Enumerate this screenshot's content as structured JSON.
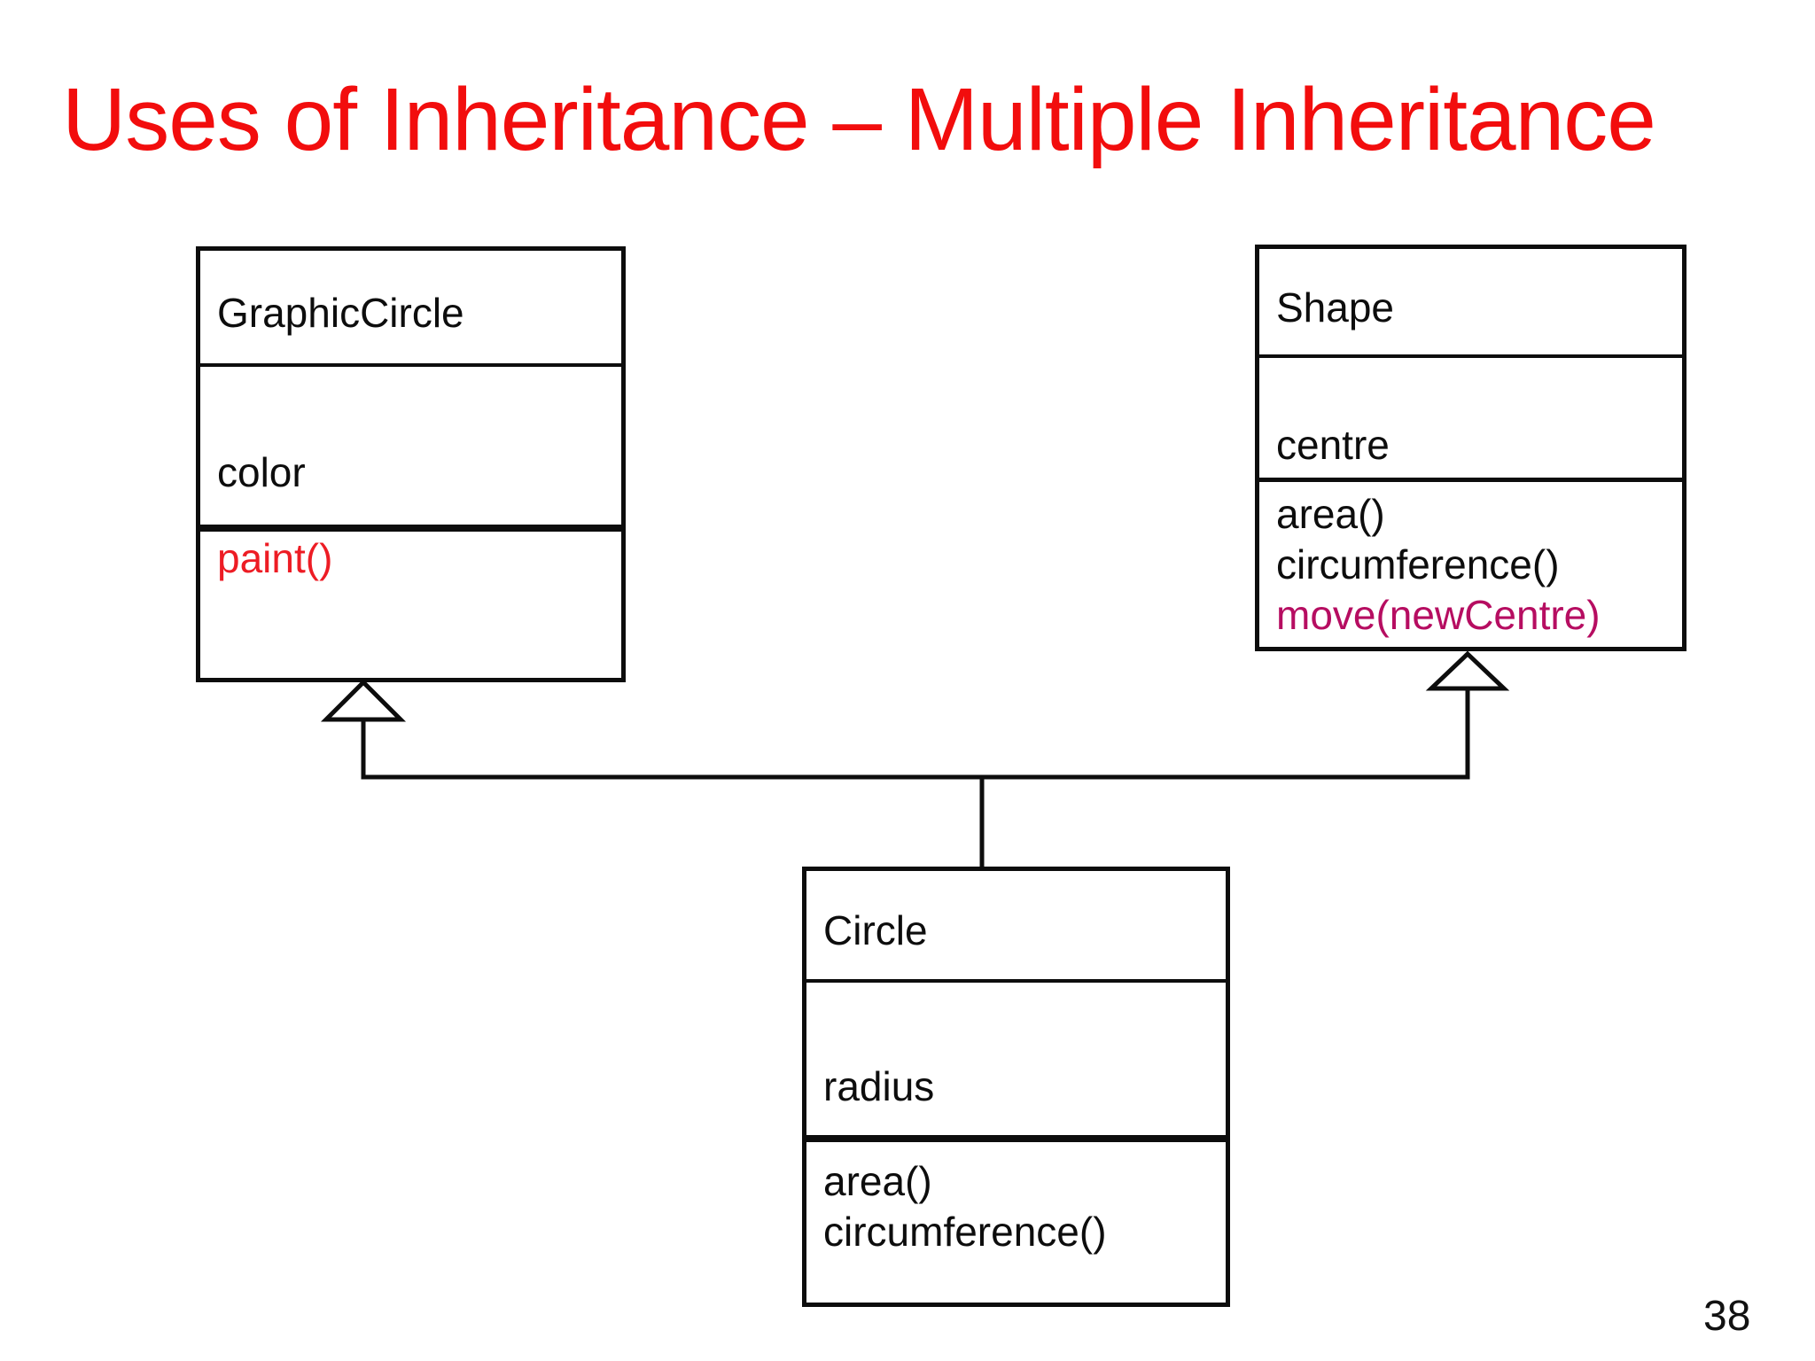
{
  "slide": {
    "title": "Uses of Inheritance – Multiple Inheritance",
    "page_number": "38"
  },
  "colors": {
    "title_red": "#f20d0d",
    "method_highlight_red": "#ed1c24",
    "method_highlight_magenta": "#b60d61",
    "diagram_line": "#0d0d0d",
    "background": "#ffffff"
  },
  "diagram": {
    "type": "uml-class-diagram",
    "classes": [
      {
        "name": "GraphicCircle",
        "attributes": [
          {
            "text": "color",
            "emphasis": "none"
          }
        ],
        "methods": [
          {
            "text": "paint()",
            "emphasis": "red"
          }
        ]
      },
      {
        "name": "Shape",
        "attributes": [
          {
            "text": "centre",
            "emphasis": "none"
          }
        ],
        "methods": [
          {
            "text": "area()",
            "emphasis": "none"
          },
          {
            "text": "circumference()",
            "emphasis": "none"
          },
          {
            "text": "move(newCentre)",
            "emphasis": "magenta"
          }
        ]
      },
      {
        "name": "Circle",
        "attributes": [
          {
            "text": "radius",
            "emphasis": "none"
          }
        ],
        "methods": [
          {
            "text": "area()",
            "emphasis": "none"
          },
          {
            "text": "circumference()",
            "emphasis": "none"
          }
        ]
      }
    ],
    "relationships": [
      {
        "type": "generalization",
        "from": "Circle",
        "to": "GraphicCircle"
      },
      {
        "type": "generalization",
        "from": "Circle",
        "to": "Shape"
      }
    ]
  }
}
